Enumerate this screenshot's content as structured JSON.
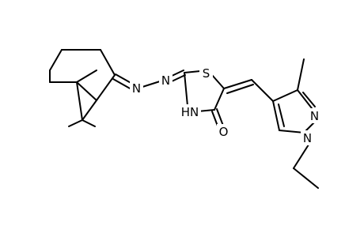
{
  "structure": {
    "kind": "skeletal-formula",
    "atom_labels": {
      "imine_n1": "N",
      "imine_n2": "N",
      "ring_s": "S",
      "ring_nh": "HN",
      "ring_o": "O",
      "pyrazole_n2": "N",
      "pyrazole_n1": "N"
    },
    "colors": {
      "bond": "#000000",
      "label": "#000000",
      "background": "#ffffff"
    }
  }
}
